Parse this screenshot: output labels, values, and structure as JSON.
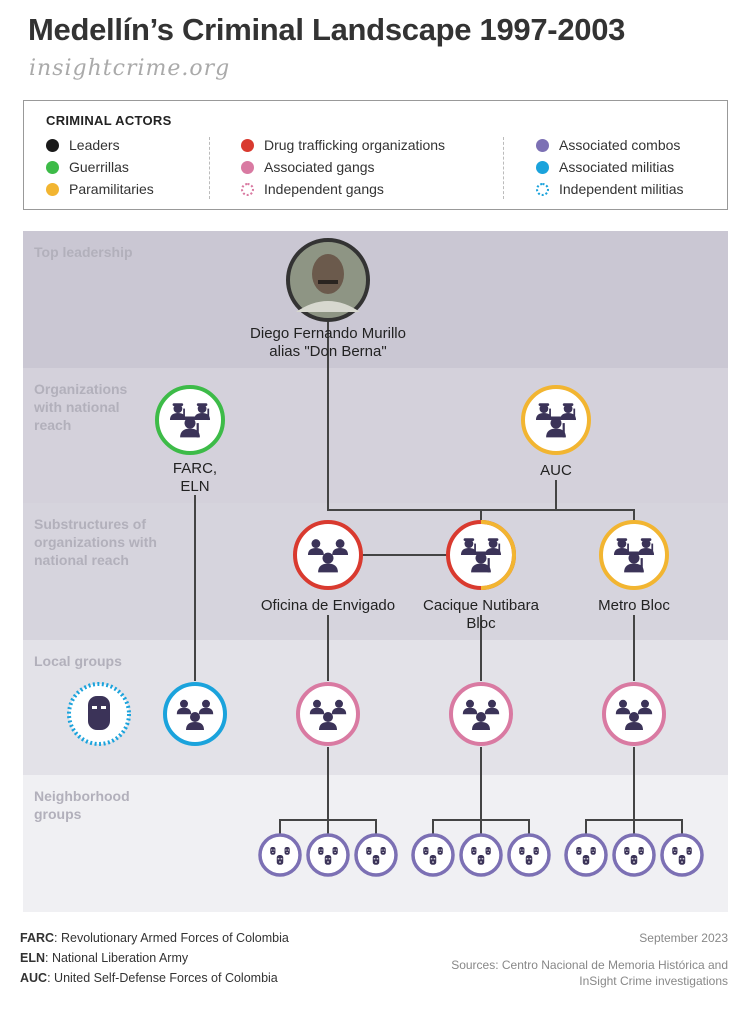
{
  "title": "Medellín’s Criminal Landscape 1997-2003",
  "subtitle": "insightcrime.org",
  "legend": {
    "heading": "CRIMINAL ACTORS",
    "items": [
      {
        "label": "Leaders",
        "color": "#1a1a1a",
        "style": "solid"
      },
      {
        "label": "Guerrillas",
        "color": "#3dbb48",
        "style": "solid"
      },
      {
        "label": "Paramilitaries",
        "color": "#f2b531",
        "style": "solid"
      },
      {
        "label": "Drug trafficking organizations",
        "color": "#d93a2f",
        "style": "solid"
      },
      {
        "label": "Associated gangs",
        "color": "#d97aa2",
        "style": "solid"
      },
      {
        "label": "Independent gangs",
        "color": "#d97aa2",
        "style": "dotted"
      },
      {
        "label": "Associated combos",
        "color": "#7c70b4",
        "style": "solid"
      },
      {
        "label": "Associated militias",
        "color": "#1ba3dc",
        "style": "solid"
      },
      {
        "label": "Independent militias",
        "color": "#1ba3dc",
        "style": "dotted"
      }
    ]
  },
  "bands": [
    "Top leadership",
    "Organizations with national reach",
    "Substructures of organizations with national reach",
    "Local groups",
    "Neighborhood groups"
  ],
  "nodes": {
    "leader": {
      "name_line1": "Diego Fernando Murillo",
      "name_line2": "alias \"Don Berna\""
    },
    "farc": {
      "line1": "FARC,",
      "line2": "ELN"
    },
    "auc": {
      "line1": "AUC"
    },
    "oficina": {
      "line1": "Oficina de Envigado"
    },
    "cacique": {
      "line1": "Cacique Nutibara",
      "line2": "Bloc"
    },
    "metro": {
      "line1": "Metro Bloc"
    }
  },
  "footer": {
    "notes": [
      {
        "abbr": "FARC",
        "text": ": Revolutionary Armed Forces of Colombia"
      },
      {
        "abbr": "ELN",
        "text": ": National Liberation Army"
      },
      {
        "abbr": "AUC",
        "text": ": United Self-Defense Forces of Colombia"
      }
    ],
    "date": "September 2023",
    "sources_line1": "Sources: Centro Nacional de Memoria Histórica and",
    "sources_line2": "InSight Crime investigations"
  }
}
